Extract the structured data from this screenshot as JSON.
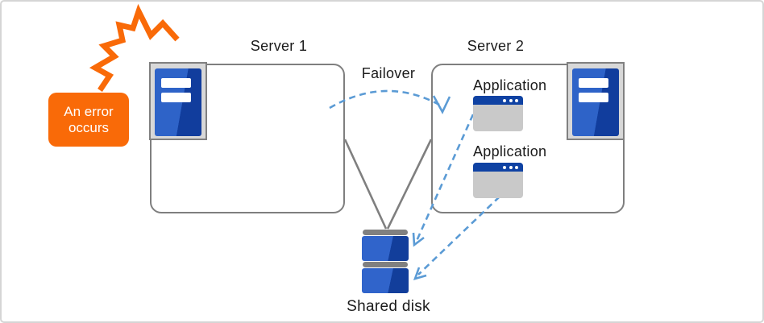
{
  "callout": {
    "line1": "An error",
    "line2": "occurs"
  },
  "server1": {
    "label": "Server 1"
  },
  "server2": {
    "label": "Server 2",
    "applications": [
      {
        "label": "Application"
      },
      {
        "label": "Application"
      }
    ]
  },
  "failover_label": "Failover",
  "shared_disk": {
    "label": "Shared disk"
  },
  "icons": {
    "error_burst": "error-burst-icon",
    "server": "server-icon",
    "application_window": "application-window-icon",
    "shared_disk": "shared-disk-icon"
  },
  "colors": {
    "accent_orange": "#F96A08",
    "connector_blue": "#5B9BD5",
    "outline_gray": "#7F7F7F",
    "server_blue_light": "#2E63C8",
    "server_blue_dark": "#113D9D",
    "titlebar_blue": "#0F42A3",
    "panel_gray": "#D8D8D8",
    "window_body_gray": "#C9C9C9"
  }
}
